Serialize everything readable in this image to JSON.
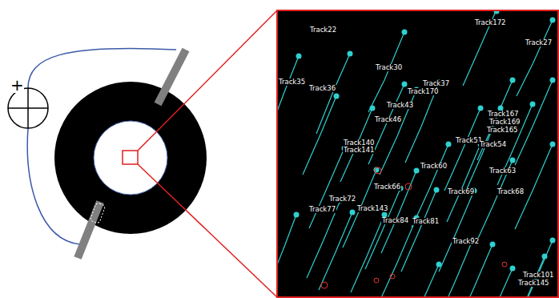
{
  "diagram": {
    "labels": [
      "+",
      "Track22",
      "Track172",
      "Track27",
      "Track35",
      "Track36",
      "Track30",
      "Track37",
      "Track170",
      "Track43",
      "Track46",
      "Track167",
      "Track169",
      "Track165",
      "Track140",
      "Track141",
      "Track51",
      "Track54",
      "Track60",
      "Track63",
      "Track66",
      "Track72",
      "Track77",
      "Track143",
      "Track69",
      "Track68",
      "Track84",
      "Track81",
      "Track92",
      "Track101",
      "Track145"
    ]
  }
}
